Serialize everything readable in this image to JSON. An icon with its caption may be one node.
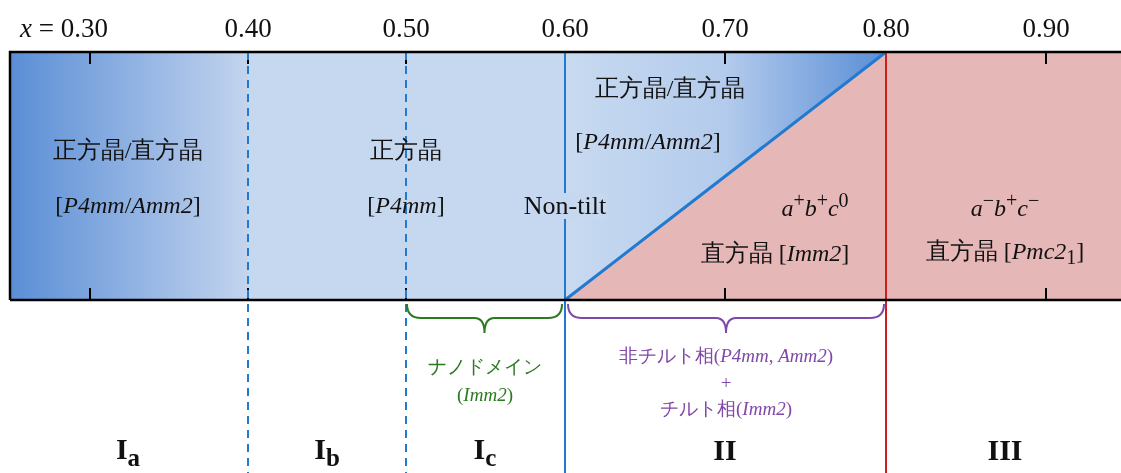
{
  "diagram": {
    "nodes": [
      {
        "text": [
          "正方晶/直方晶",
          "[*P4mm*/*Amm2*]"
        ]
      },
      {
        "text": [
          "正方晶",
          "[*P4mm*]"
        ]
      },
      {
        "text": [
          "正方晶/直方晶",
          "[*P4mm*/*Amm2*]"
        ]
      },
      {
        "text": [
          "*a*$^{+}$*b*$^{+}$*c*$^{0}$",
          "直方晶 [*Imm2*]"
        ]
      },
      {
        "text": [
          "*a*$^{−}$*b*$^{+}$*c*$^{−}$",
          "直方晶 [*Pmc2*$_{1}$]"
        ]
      }
    ],
    "labels": [
      "*x* = 0.30",
      "0.40",
      "0.50",
      "0.60",
      "0.70",
      "0.80",
      "0.90",
      "Non-tilt",
      "ナノドメイン",
      "(*Imm2*)",
      "非チルト相(*P4mm*, *Amm2*)",
      "+",
      "チルト相(*Imm2*)",
      "I$_{a}$",
      "I$_{b}$",
      "I$_{c}$",
      "II",
      "III"
    ]
  }
}
